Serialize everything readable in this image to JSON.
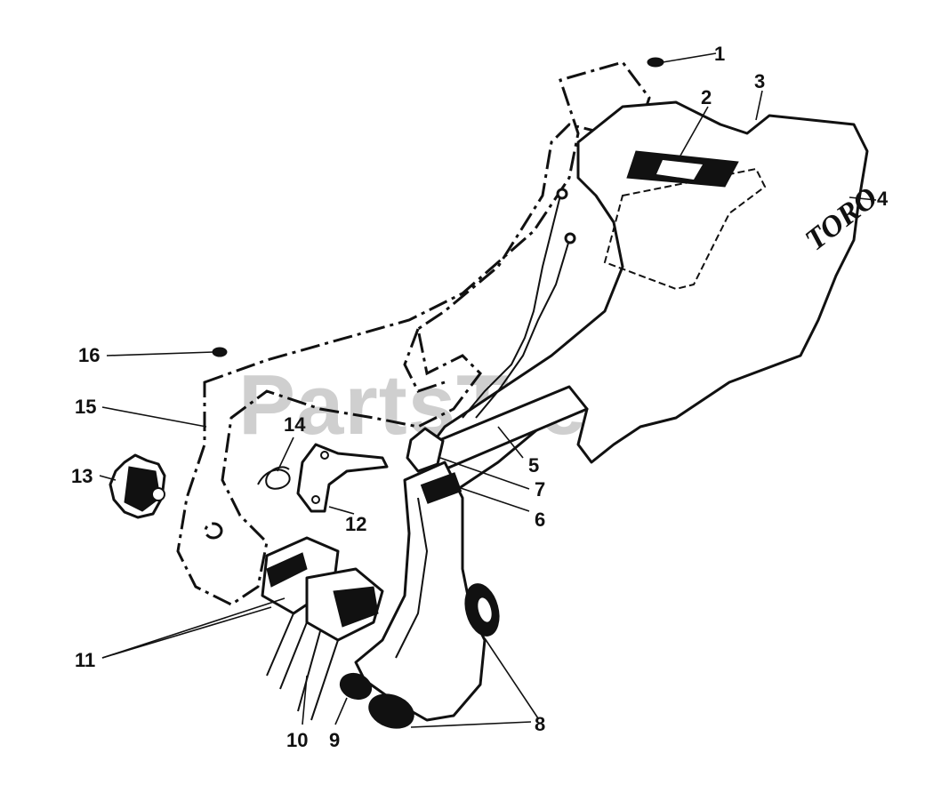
{
  "watermark": {
    "text": "PartsTree",
    "trademark": "TM"
  },
  "brand_label": "TORO",
  "callouts": [
    "1",
    "2",
    "3",
    "4",
    "5",
    "6",
    "7",
    "8",
    "9",
    "10",
    "11",
    "12",
    "13",
    "14",
    "15",
    "16"
  ]
}
